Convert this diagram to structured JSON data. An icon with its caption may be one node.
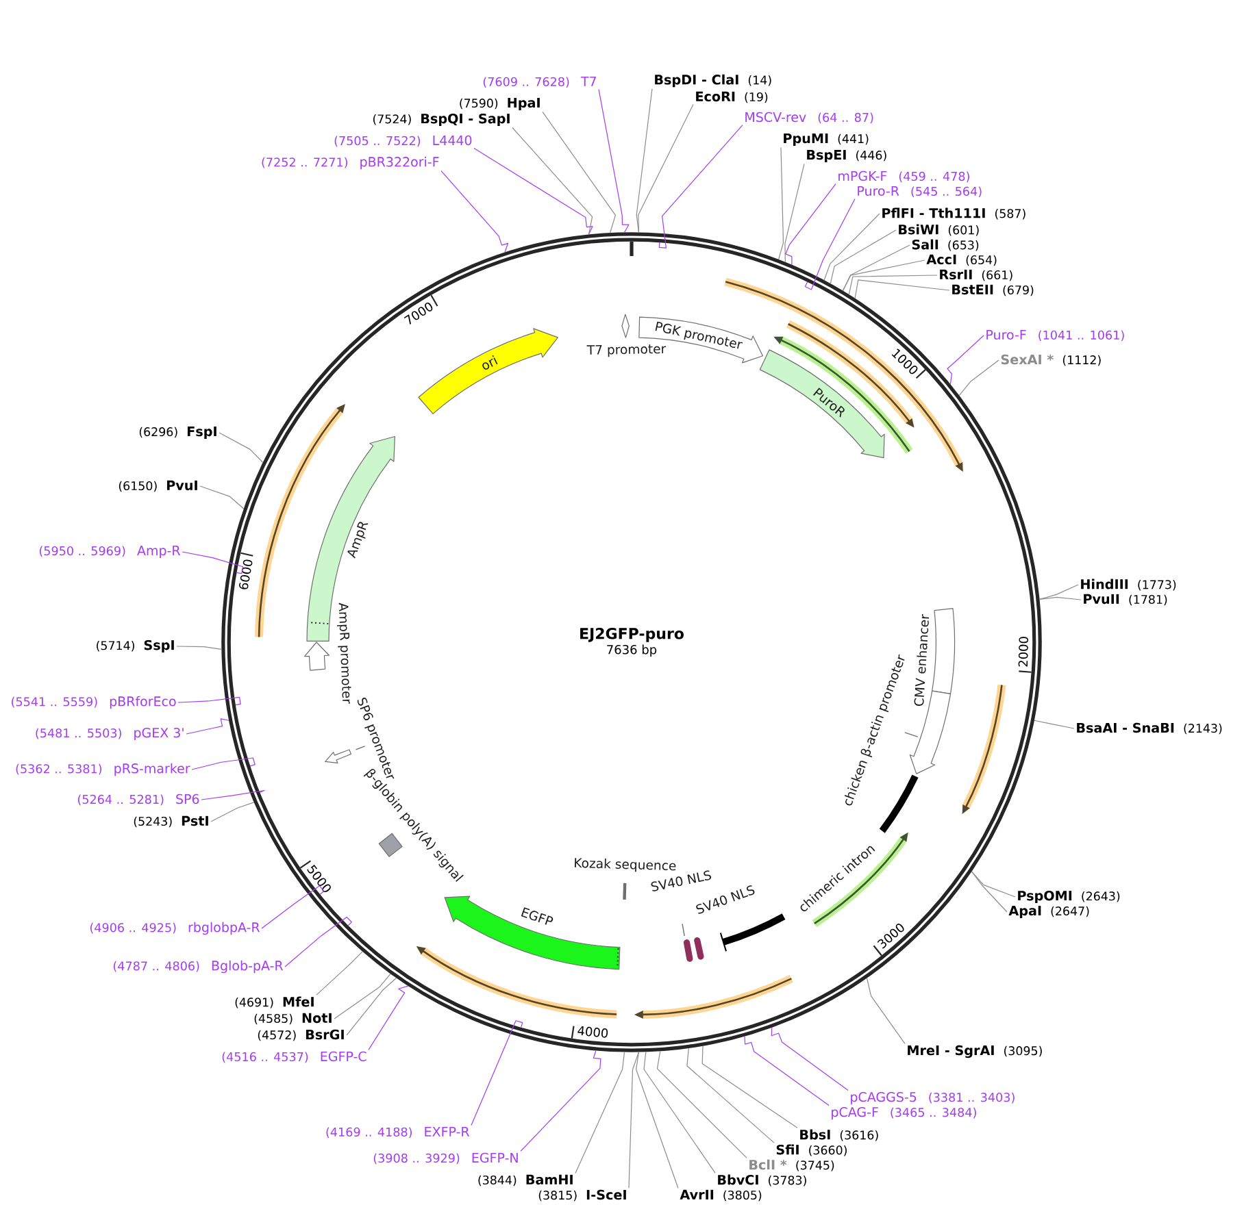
{
  "diagram": {
    "nodes": [
      {
        "text": [
          "EJ2GFP-puro",
          "7636 bp"
        ]
      },
      {
        "text": [
          "T7 promoter"
        ],
        "in": 0
      },
      {
        "text": [
          "PGK promoter"
        ],
        "in": 0
      },
      {
        "text": [
          "PuroR"
        ],
        "in": 0
      },
      {
        "text": [
          "CMV enhancer"
        ],
        "in": 0
      },
      {
        "text": [
          "chicken β-actin promoter"
        ],
        "in": 0
      },
      {
        "text": [
          "chimeric intron"
        ],
        "in": 0
      },
      {
        "text": [
          "SV40 NLS"
        ],
        "in": 0
      },
      {
        "text": [
          "SV40 NLS"
        ],
        "in": 0
      },
      {
        "text": [
          "Kozak sequence"
        ],
        "in": 0
      },
      {
        "text": [
          "EGFP"
        ],
        "in": 0
      },
      {
        "text": [
          "β-globin poly(A) signal"
        ],
        "in": 0
      },
      {
        "text": [
          "SP6 promoter"
        ],
        "in": 0
      },
      {
        "text": [
          "AmpR promoter"
        ],
        "in": 0
      },
      {
        "text": [
          "AmpR"
        ],
        "in": 0
      },
      {
        "text": [
          "ori"
        ],
        "in": 0
      },
      {
        "text": [
          "BspDI - ClaI",
          "(14)"
        ]
      },
      {
        "text": [
          "EcoRI",
          "(19)"
        ]
      },
      {
        "text": [
          "MSCV-rev",
          "(64 .. 87)"
        ]
      },
      {
        "text": [
          "PpuMI",
          "(441)"
        ]
      },
      {
        "text": [
          "BspEI",
          "(446)"
        ]
      },
      {
        "text": [
          "mPGK-F",
          "(459 .. 478)"
        ]
      },
      {
        "text": [
          "Puro-R",
          "(545 .. 564)"
        ]
      },
      {
        "text": [
          "PflFI - Tth111I",
          "(587)"
        ]
      },
      {
        "text": [
          "BsiWI",
          "(601)"
        ]
      },
      {
        "text": [
          "SalI",
          "(653)"
        ]
      },
      {
        "text": [
          "AccI",
          "(654)"
        ]
      },
      {
        "text": [
          "RsrII",
          "(661)"
        ]
      },
      {
        "text": [
          "BstEII",
          "(679)"
        ]
      },
      {
        "text": [
          "Puro-F",
          "(1041 .. 1061)"
        ]
      },
      {
        "text": [
          "SexAI *",
          "(1112)"
        ]
      },
      {
        "text": [
          "HindIII",
          "(1773)"
        ]
      },
      {
        "text": [
          "PvuII",
          "(1781)"
        ]
      },
      {
        "text": [
          "BsaAI - SnaBI",
          "(2143)"
        ]
      },
      {
        "text": [
          "PspOMI",
          "(2643)"
        ]
      },
      {
        "text": [
          "ApaI",
          "(2647)"
        ]
      },
      {
        "text": [
          "MreI - SgrAI",
          "(3095)"
        ]
      },
      {
        "text": [
          "pCAGGS-5",
          "(3381 .. 3403)"
        ]
      },
      {
        "text": [
          "pCAG-F",
          "(3465 .. 3484)"
        ]
      },
      {
        "text": [
          "BbsI",
          "(3616)"
        ]
      },
      {
        "text": [
          "SfiI",
          "(3660)"
        ]
      },
      {
        "text": [
          "BclI *",
          "(3745)"
        ]
      },
      {
        "text": [
          "BbvCI",
          "(3783)"
        ]
      },
      {
        "text": [
          "AvrII",
          "(3805)"
        ]
      },
      {
        "text": [
          "(3815)",
          "I-SceI"
        ]
      },
      {
        "text": [
          "(3844)",
          "BamHI"
        ]
      },
      {
        "text": [
          "(3908 .. 3929)",
          "EGFP-N"
        ]
      },
      {
        "text": [
          "(4169 .. 4188)",
          "EXFP-R"
        ]
      },
      {
        "text": [
          "(4516 .. 4537)",
          "EGFP-C"
        ]
      },
      {
        "text": [
          "(4572)",
          "BsrGI"
        ]
      },
      {
        "text": [
          "(4585)",
          "NotI"
        ]
      },
      {
        "text": [
          "(4691)",
          "MfeI"
        ]
      },
      {
        "text": [
          "(4787 .. 4806)",
          "Bglob-pA-R"
        ]
      },
      {
        "text": [
          "(4906 .. 4925)",
          "rbglobpA-R"
        ]
      },
      {
        "text": [
          "(5243)",
          "PstI"
        ]
      },
      {
        "text": [
          "(5264 .. 5281)",
          "SP6"
        ]
      },
      {
        "text": [
          "(5362 .. 5381)",
          "pRS-marker"
        ]
      },
      {
        "text": [
          "(5481 .. 5503)",
          "pGEX 3'"
        ]
      },
      {
        "text": [
          "(5541 .. 5559)",
          "pBRforEco"
        ]
      },
      {
        "text": [
          "(5714)",
          "SspI"
        ]
      },
      {
        "text": [
          "(5950 .. 5969)",
          "Amp-R"
        ]
      },
      {
        "text": [
          "(6150)",
          "PvuI"
        ]
      },
      {
        "text": [
          "(6296)",
          "FspI"
        ]
      },
      {
        "text": [
          "(7252 .. 7271)",
          "pBR322ori-F"
        ]
      },
      {
        "text": [
          "(7505 .. 7522)",
          "L4440"
        ]
      },
      {
        "text": [
          "(7524)",
          "BspQI - SapI"
        ]
      },
      {
        "text": [
          "(7590)",
          "HpaI"
        ]
      },
      {
        "text": [
          "(7609 .. 7628)",
          "T7"
        ]
      }
    ],
    "edges": [
      {
        "from": 16,
        "to": 0,
        "arrow": "none"
      },
      {
        "from": 17,
        "to": 0,
        "arrow": "none"
      },
      {
        "from": 18,
        "to": 0,
        "arrow": "none",
        "color": "#a33cf2"
      },
      {
        "from": 19,
        "to": 0,
        "arrow": "none"
      },
      {
        "from": 20,
        "to": 0,
        "arrow": "none"
      },
      {
        "from": 21,
        "to": 0,
        "arrow": "none",
        "color": "#a33cf2"
      },
      {
        "from": 22,
        "to": 0,
        "arrow": "none",
        "color": "#a33cf2"
      },
      {
        "from": 23,
        "to": 0,
        "arrow": "none"
      },
      {
        "from": 24,
        "to": 0,
        "arrow": "none"
      },
      {
        "from": 25,
        "to": 0,
        "arrow": "none"
      },
      {
        "from": 26,
        "to": 0,
        "arrow": "none"
      },
      {
        "from": 27,
        "to": 0,
        "arrow": "none"
      },
      {
        "from": 28,
        "to": 0,
        "arrow": "none"
      },
      {
        "from": 29,
        "to": 0,
        "arrow": "none",
        "color": "#a33cf2"
      },
      {
        "from": 30,
        "to": 0,
        "arrow": "none"
      },
      {
        "from": 31,
        "to": 0,
        "arrow": "none"
      },
      {
        "from": 32,
        "to": 0,
        "arrow": "none"
      },
      {
        "from": 33,
        "to": 0,
        "arrow": "none"
      },
      {
        "from": 34,
        "to": 0,
        "arrow": "none"
      },
      {
        "from": 35,
        "to": 0,
        "arrow": "none"
      },
      {
        "from": 36,
        "to": 0,
        "arrow": "none"
      },
      {
        "from": 37,
        "to": 0,
        "arrow": "none",
        "color": "#a33cf2"
      },
      {
        "from": 38,
        "to": 0,
        "arrow": "none",
        "color": "#a33cf2"
      },
      {
        "from": 39,
        "to": 0,
        "arrow": "none"
      },
      {
        "from": 40,
        "to": 0,
        "arrow": "none"
      },
      {
        "from": 41,
        "to": 0,
        "arrow": "none"
      },
      {
        "from": 42,
        "to": 0,
        "arrow": "none"
      },
      {
        "from": 43,
        "to": 0,
        "arrow": "none"
      },
      {
        "from": 44,
        "to": 0,
        "arrow": "none"
      },
      {
        "from": 45,
        "to": 0,
        "arrow": "none"
      },
      {
        "from": 46,
        "to": 0,
        "arrow": "none",
        "color": "#a33cf2"
      },
      {
        "from": 47,
        "to": 0,
        "arrow": "none",
        "color": "#a33cf2"
      },
      {
        "from": 48,
        "to": 0,
        "arrow": "none",
        "color": "#a33cf2"
      },
      {
        "from": 49,
        "to": 0,
        "arrow": "none"
      },
      {
        "from": 50,
        "to": 0,
        "arrow": "none"
      },
      {
        "from": 51,
        "to": 0,
        "arrow": "none"
      },
      {
        "from": 52,
        "to": 0,
        "arrow": "none",
        "color": "#a33cf2"
      },
      {
        "from": 53,
        "to": 0,
        "arrow": "none",
        "color": "#a33cf2"
      },
      {
        "from": 54,
        "to": 0,
        "arrow": "none"
      },
      {
        "from": 55,
        "to": 0,
        "arrow": "none",
        "color": "#a33cf2"
      },
      {
        "from": 56,
        "to": 0,
        "arrow": "none",
        "color": "#a33cf2"
      },
      {
        "from": 57,
        "to": 0,
        "arrow": "none",
        "color": "#a33cf2"
      },
      {
        "from": 58,
        "to": 0,
        "arrow": "none",
        "color": "#a33cf2"
      },
      {
        "from": 59,
        "to": 0,
        "arrow": "none"
      },
      {
        "from": 60,
        "to": 0,
        "arrow": "none",
        "color": "#a33cf2"
      },
      {
        "from": 61,
        "to": 0,
        "arrow": "none"
      },
      {
        "from": 62,
        "to": 0,
        "arrow": "none"
      },
      {
        "from": 63,
        "to": 0,
        "arrow": "none",
        "color": "#a33cf2"
      },
      {
        "from": 64,
        "to": 0,
        "arrow": "none",
        "color": "#a33cf2"
      },
      {
        "from": 65,
        "to": 0,
        "arrow": "none"
      },
      {
        "from": 66,
        "to": 0,
        "arrow": "none"
      },
      {
        "from": 67,
        "to": 0,
        "arrow": "none",
        "color": "#a33cf2"
      }
    ],
    "labels": [
      "1000",
      "2000",
      "3000",
      "4000",
      "5000",
      "6000",
      "7000"
    ]
  }
}
